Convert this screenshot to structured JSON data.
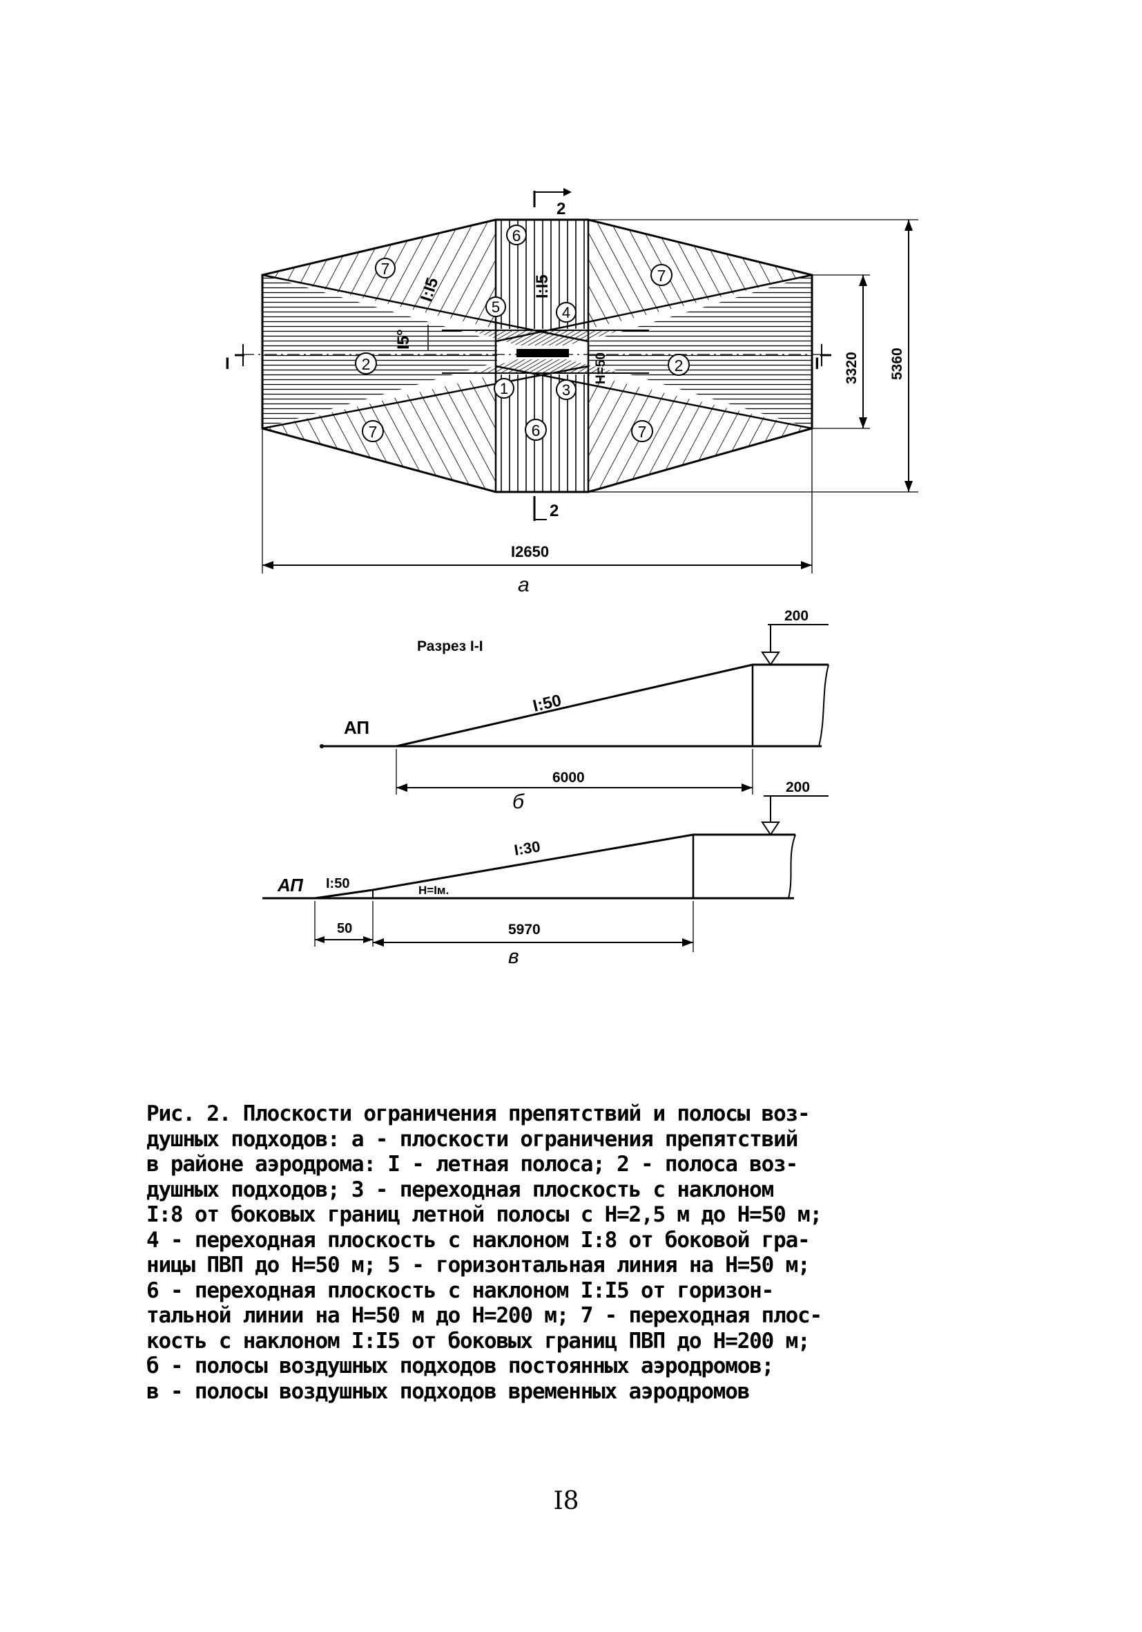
{
  "figure_a": {
    "zone_labels": [
      "1",
      "2",
      "2",
      "3",
      "4",
      "5",
      "6",
      "6",
      "7",
      "7",
      "7",
      "7"
    ],
    "slope_labels": [
      "I:I5",
      "I:I5"
    ],
    "angle_label": "I5°",
    "height_label": "Н=50",
    "section_marks": [
      "I",
      "I",
      "2",
      "2"
    ],
    "dims": {
      "total_length": "I2650",
      "total_width": "5360",
      "inner_width": "3320"
    },
    "caption": "а"
  },
  "figure_b": {
    "section_title": "Разрез I-I",
    "ap_label": "АП",
    "slope_label": "I:50",
    "height_mark": "200",
    "length": "6000",
    "caption": "б"
  },
  "figure_c": {
    "ap_label": "АП",
    "slope_low": "I:50",
    "slope_high": "I:30",
    "h_label": "Н=Iм.",
    "height_mark": "200",
    "dim_short": "50",
    "dim_long": "5970",
    "caption": "в"
  },
  "caption_lines": [
    "Рис. 2. Плоскости ограничения препятствий и полосы воз-",
    "душных подходов: а - плоскости ограничения препятствий",
    "в районе аэродрома: I - летная полоса; 2 - полоса воз-",
    "душных подходов; 3 - переходная плоскость с наклоном",
    "I:8 от боковых границ летной полосы с Н=2,5 м до Н=50 м;",
    "4 - переходная плоскость с наклоном I:8 от боковой гра-",
    "ницы ПВП до Н=50 м; 5 - горизонтальная линия на Н=50 м;",
    "6 - переходная плоскость с наклоном I:I5 от горизон-",
    "тальной линии на Н=50 м до Н=200 м; 7 - переходная плос-",
    "кость с наклоном I:I5 от боковых границ ПВП до Н=200 м;",
    "б - полосы воздушных подходов постоянных аэродромов;",
    "в - полосы воздушных подходов временных аэродромов"
  ],
  "page_number": "I8"
}
